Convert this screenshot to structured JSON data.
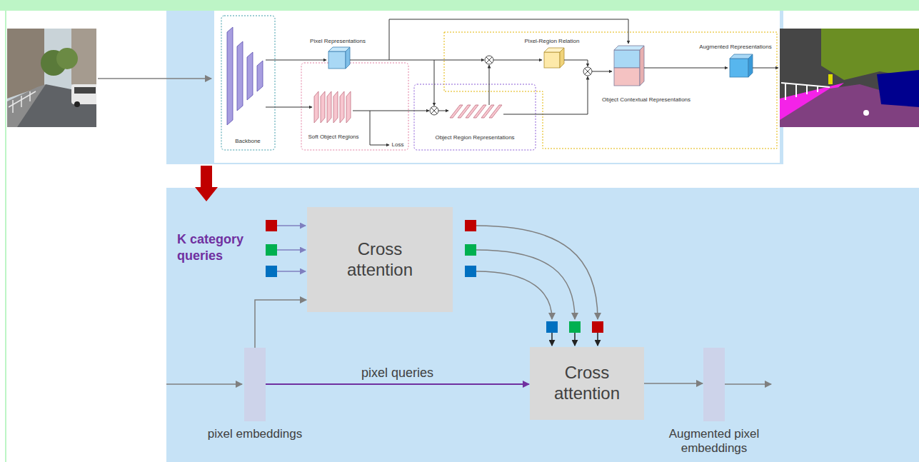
{
  "diagram": {
    "nodes": [
      {
        "text": [
          "Cross attention"
        ]
      },
      {
        "text": [
          "pixel embeddings"
        ]
      },
      {
        "text": [
          "Cross attention"
        ]
      },
      {
        "text": [
          "Augmented pixel embeddings"
        ]
      }
    ],
    "edges": [
      {
        "from": 1,
        "to": 0,
        "arrow": "to"
      },
      {
        "from": 1,
        "to": 2,
        "arrow": "to",
        "label": "pixel queries"
      },
      {
        "from": 2,
        "to": 3,
        "arrow": "to"
      }
    ],
    "labels": [
      "Backbone",
      "Pixel Representations",
      "Soft Object Regions",
      "Loss",
      "Object Region Representations",
      "Pixel-Region Relation",
      "Object Contextual Representations",
      "Augmented Representations",
      "K category queries"
    ]
  }
}
